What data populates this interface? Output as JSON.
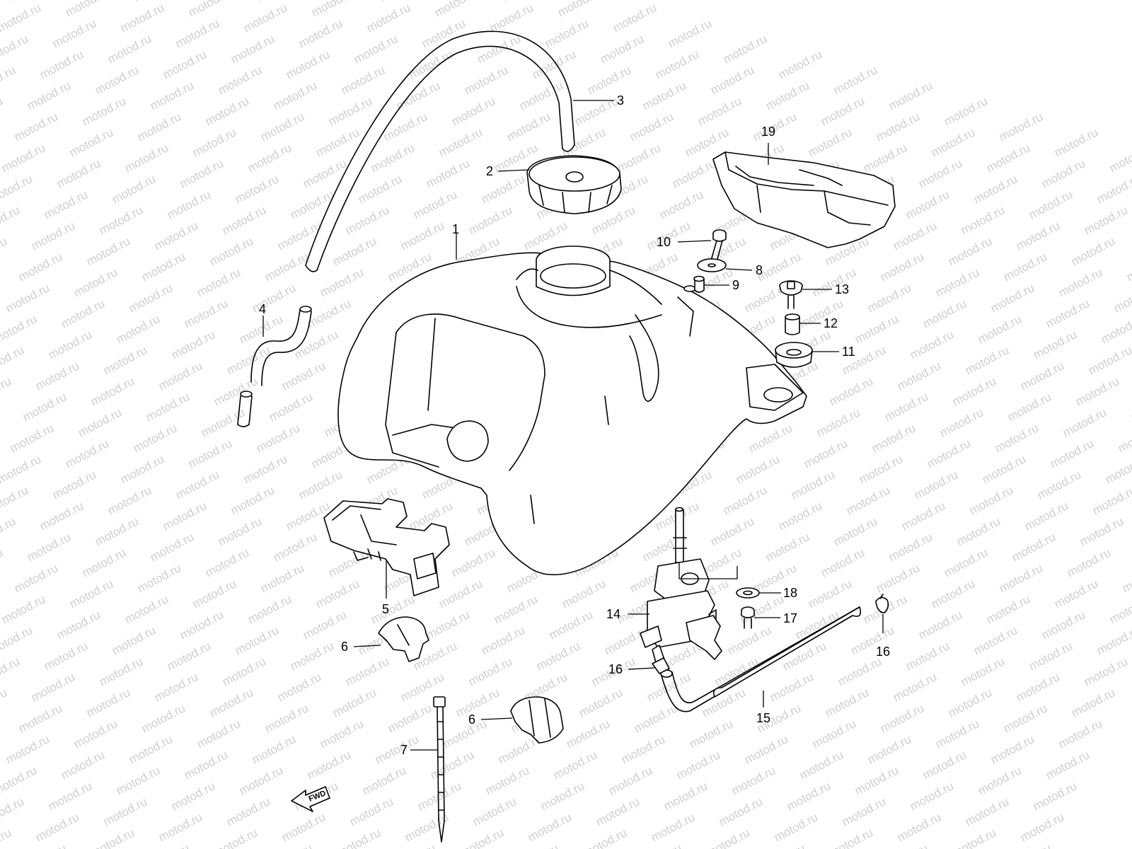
{
  "watermark": {
    "text": "motod.ru",
    "color": "#cfcfcf"
  },
  "fwd_arrow": {
    "label": "FWD"
  },
  "callouts": [
    {
      "id": "1",
      "label": "1",
      "part": "fuel tank"
    },
    {
      "id": "2",
      "label": "2",
      "part": "fuel cap"
    },
    {
      "id": "3",
      "label": "3",
      "part": "breather hose"
    },
    {
      "id": "4",
      "label": "4",
      "part": "hose"
    },
    {
      "id": "5",
      "label": "5",
      "part": "bracket"
    },
    {
      "id": "6a",
      "label": "6",
      "part": "clamp"
    },
    {
      "id": "6b",
      "label": "6",
      "part": "clamp"
    },
    {
      "id": "7",
      "label": "7",
      "part": "cable tie"
    },
    {
      "id": "8",
      "label": "8",
      "part": "washer"
    },
    {
      "id": "9",
      "label": "9",
      "part": "spacer"
    },
    {
      "id": "10",
      "label": "10",
      "part": "bolt"
    },
    {
      "id": "11",
      "label": "11",
      "part": "cushion"
    },
    {
      "id": "12",
      "label": "12",
      "part": "collar"
    },
    {
      "id": "13",
      "label": "13",
      "part": "bolt"
    },
    {
      "id": "14",
      "label": "14",
      "part": "fuel cock"
    },
    {
      "id": "15",
      "label": "15",
      "part": "fuel hose"
    },
    {
      "id": "16a",
      "label": "16",
      "part": "hose clip"
    },
    {
      "id": "16b",
      "label": "16",
      "part": "hose clip"
    },
    {
      "id": "17",
      "label": "17",
      "part": "bolt"
    },
    {
      "id": "18",
      "label": "18",
      "part": "washer"
    },
    {
      "id": "19",
      "label": "19",
      "part": "cover"
    }
  ]
}
